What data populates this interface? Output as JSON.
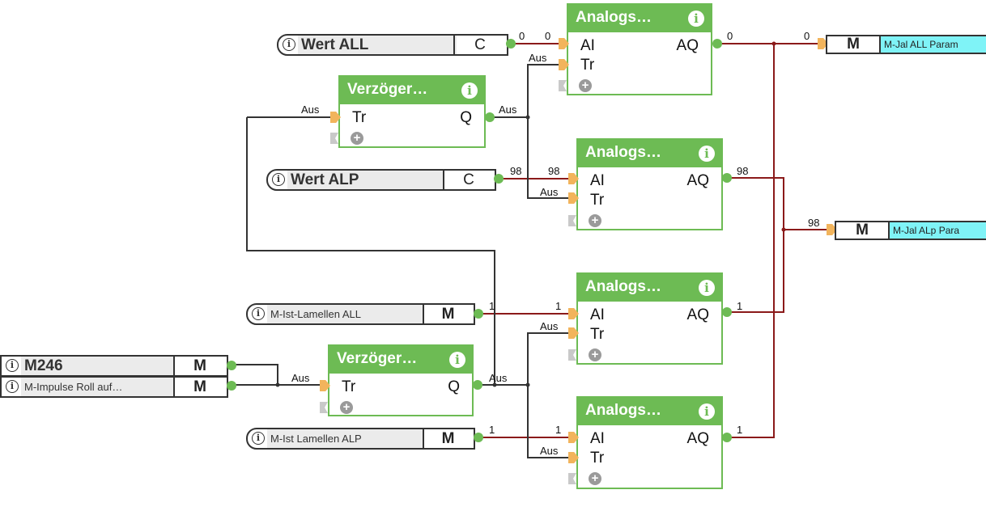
{
  "blocks": {
    "analog1": {
      "title": "Analogs…",
      "in_ai": "AI",
      "in_tr": "Tr",
      "out": "AQ"
    },
    "analog2": {
      "title": "Analogs…",
      "in_ai": "AI",
      "in_tr": "Tr",
      "out": "AQ"
    },
    "analog3": {
      "title": "Analogs…",
      "in_ai": "AI",
      "in_tr": "Tr",
      "out": "AQ"
    },
    "analog4": {
      "title": "Analogs…",
      "in_ai": "AI",
      "in_tr": "Tr",
      "out": "AQ"
    },
    "delay1": {
      "title": "Verzöger…",
      "in_tr": "Tr",
      "out": "Q"
    },
    "delay2": {
      "title": "Verzöger…",
      "in_tr": "Tr",
      "out": "Q"
    }
  },
  "info_glyph": "i",
  "plus_glyph": "+",
  "inputs": {
    "wert_all": {
      "name": "Wert ALL",
      "kind": "C"
    },
    "wert_alp": {
      "name": "Wert ALP",
      "kind": "C"
    },
    "ist_lamellen_all": {
      "name": "M-Ist-Lamellen ALL",
      "kind": "M"
    },
    "m246": {
      "name": "M246",
      "kind": "M"
    },
    "impulse_roll": {
      "name": "M-Impulse  Roll  auf…",
      "kind": "M"
    },
    "ist_lamellen_alp": {
      "name": "M-Ist Lamellen ALP",
      "kind": "M"
    }
  },
  "outputs": {
    "jal_all": {
      "kind": "M",
      "desc": "M-Jal ALL Param"
    },
    "jal_alp": {
      "kind": "M",
      "desc": "M-Jal ALp Para"
    }
  },
  "wire_labels": {
    "wert_all_out": "0",
    "analog1_ai": "0",
    "analog1_tr": "Aus",
    "analog1_aq": "0",
    "jal_all_in": "0",
    "delay1_tr": "Aus",
    "delay1_q": "Aus",
    "wert_alp_out": "98",
    "analog2_ai": "98",
    "analog2_tr": "Aus",
    "analog2_aq": "98",
    "jal_alp_in": "98",
    "ist_all_out": "1",
    "analog3_ai": "1",
    "analog3_tr": "Aus",
    "analog3_aq": "1",
    "delay2_tr": "Aus",
    "delay2_q": "Aus",
    "ist_alp_out": "1",
    "analog4_ai": "1",
    "analog4_tr": "Aus",
    "analog4_aq": "1"
  },
  "colors": {
    "block_green": "#6dbb54",
    "analog_wire": "#8b1a1a",
    "digital_wire": "#333333",
    "output_cyan": "#7ff3f7",
    "pin_orange": "#f2b45c"
  }
}
